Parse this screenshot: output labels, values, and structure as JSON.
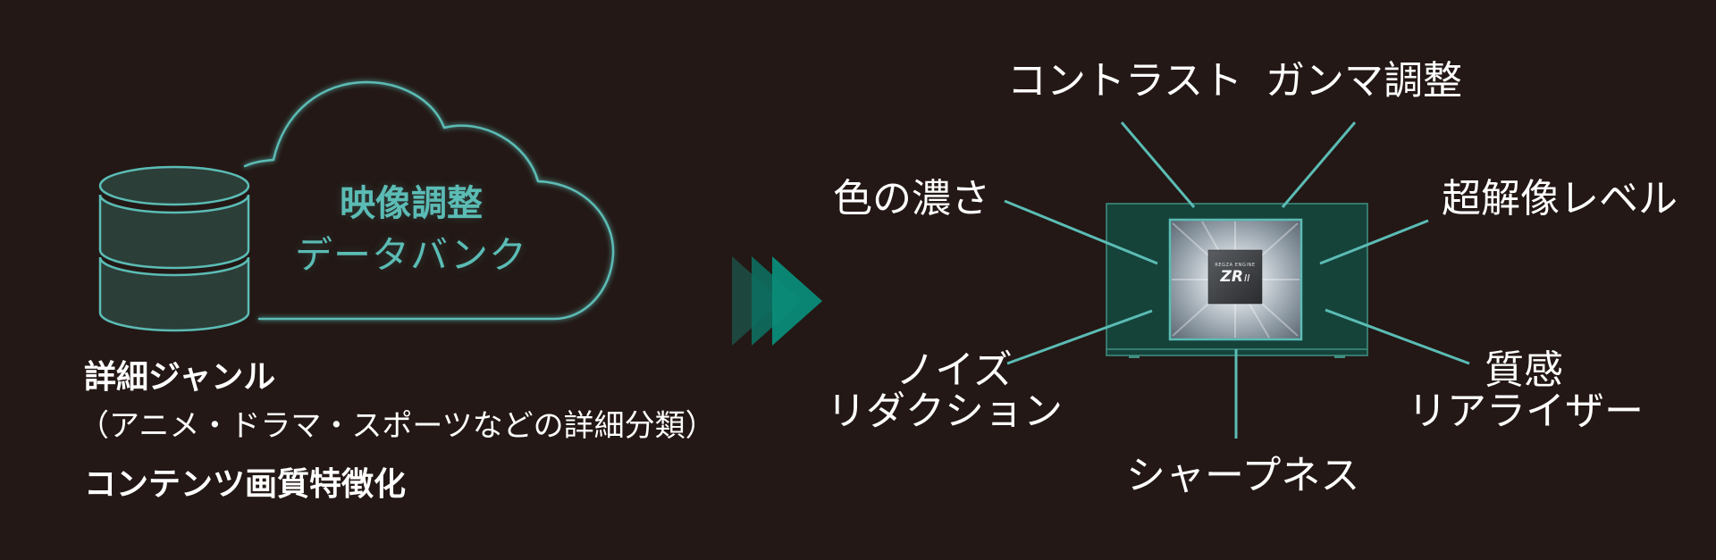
{
  "colors": {
    "background": "#231815",
    "accent": "#5bbcb5",
    "tv_body": "#15433a",
    "db_fill": "#2c3e38",
    "arrow_1": "#1d4a40",
    "arrow_2": "#0c6e5f",
    "arrow_3": "#0b8b78",
    "text": "#ffffff"
  },
  "left_panel": {
    "databank_icon": "database-icon",
    "cloud_icon": "cloud-icon",
    "cloud_title_line1": "映像調整",
    "cloud_title_line2": "データバンク",
    "genre_heading": "詳細ジャンル",
    "genre_detail": "（アニメ・ドラマ・スポーツなどの詳細分類）",
    "content_heading": "コンテンツ画質特徴化"
  },
  "flow_arrow": {
    "icon": "triple-chevron-right-icon"
  },
  "engine": {
    "brand": "REGZA ENGINE",
    "model": "ZR",
    "model_suffix": "II"
  },
  "labels": {
    "contrast": "コントラスト",
    "gamma": "ガンマ調整",
    "color_density": "色の濃さ",
    "super_resolution": "超解像レベル",
    "noise_line1": "ノイズ",
    "noise_line2": "リダクション",
    "texture_line1": "質感",
    "texture_line2": "リアライザー",
    "sharpness": "シャープネス"
  }
}
